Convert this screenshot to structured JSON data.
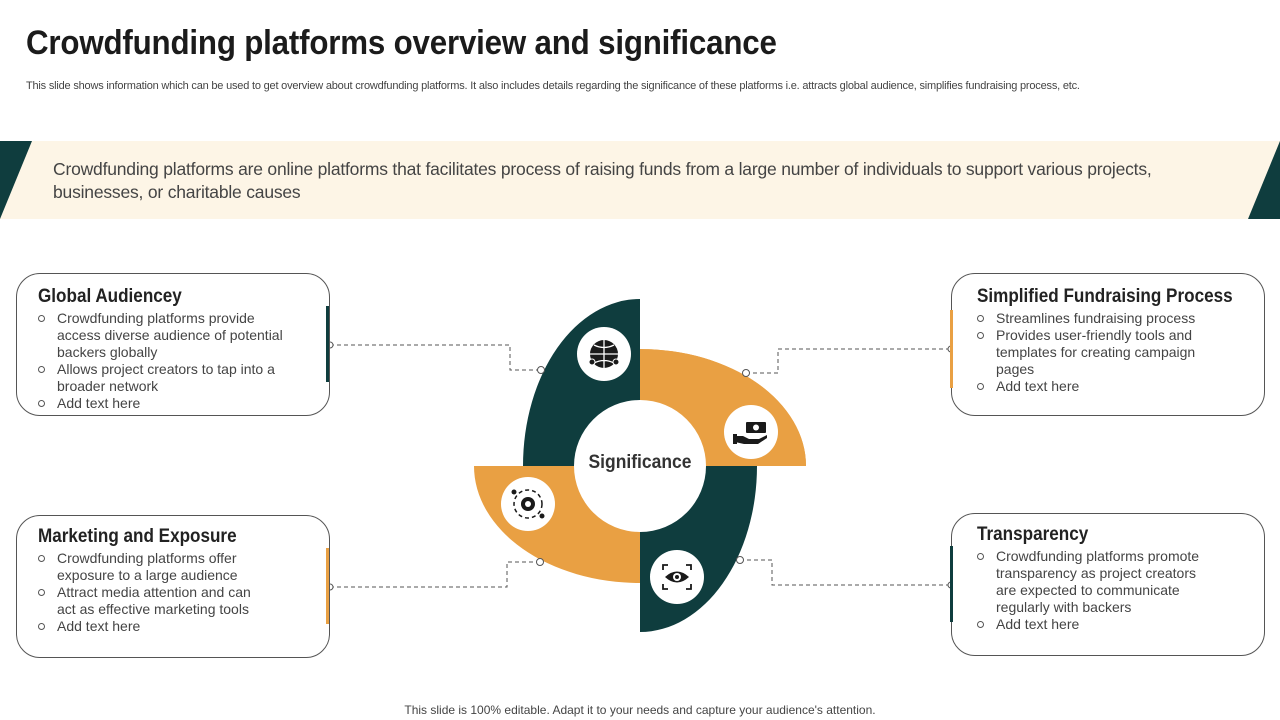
{
  "header": {
    "title": "Crowdfunding platforms overview and significance",
    "subtitle": "This slide shows information which can be used to get overview about crowdfunding platforms. It also includes details regarding the significance of these platforms i.e. attracts global audience, simplifies fundraising process, etc."
  },
  "banner": {
    "text": "Crowdfunding platforms are online platforms that facilitates process of raising funds from a large number of individuals to support various projects, businesses, or charitable causes"
  },
  "center": {
    "label": "Significance"
  },
  "colors": {
    "teal": "#0f3d3e",
    "orange": "#e9a043",
    "banner_bg": "#fdf5e6"
  },
  "cards": {
    "global": {
      "title": "Global Audiencey",
      "bullets": [
        "Crowdfunding platforms provide access diverse audience of potential backers globally",
        "Allows project creators to tap into a broader network",
        "Add text here"
      ],
      "icon": "globe-people-icon"
    },
    "simplified": {
      "title": "Simplified Fundraising Process",
      "bullets": [
        "Streamlines fundraising process",
        "Provides user-friendly tools and templates for creating campaign pages",
        "Add text here"
      ],
      "icon": "hand-money-icon"
    },
    "marketing": {
      "title": "Marketing and Exposure",
      "bullets": [
        "Crowdfunding platforms offer exposure to a large audience",
        "Attract media attention and can act as effective marketing tools",
        "Add text here"
      ],
      "icon": "marketing-gear-icon"
    },
    "transparency": {
      "title": "Transparency",
      "bullets": [
        "Crowdfunding platforms promote transparency as project creators are expected to communicate regularly with backers",
        "Add text here"
      ],
      "icon": "eye-scan-icon"
    }
  },
  "footer": {
    "text": "This slide is 100% editable. Adapt it to your needs and capture your audience's attention."
  }
}
